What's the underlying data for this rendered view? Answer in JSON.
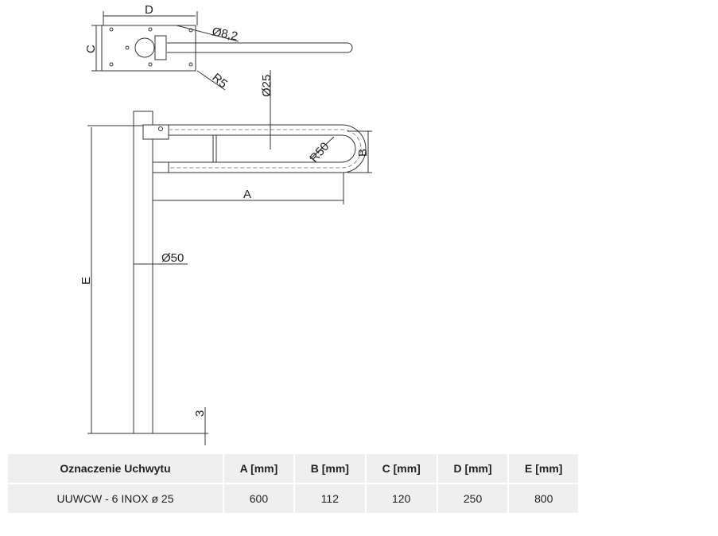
{
  "drawing": {
    "labels": {
      "D": "D",
      "C": "C",
      "hole": "Ø8,2",
      "R5": "R5",
      "tube": "Ø25",
      "R50": "R50",
      "B": "B",
      "A": "A",
      "E": "E",
      "post": "Ø50",
      "gap": "3"
    }
  },
  "table": {
    "headers": [
      "Oznaczenie Uchwytu",
      "A [mm]",
      "B [mm]",
      "C [mm]",
      "D [mm]",
      "E [mm]"
    ],
    "rows": [
      [
        "UUWCW - 6 INOX ø 25",
        "600",
        "112",
        "120",
        "250",
        "800"
      ]
    ]
  }
}
